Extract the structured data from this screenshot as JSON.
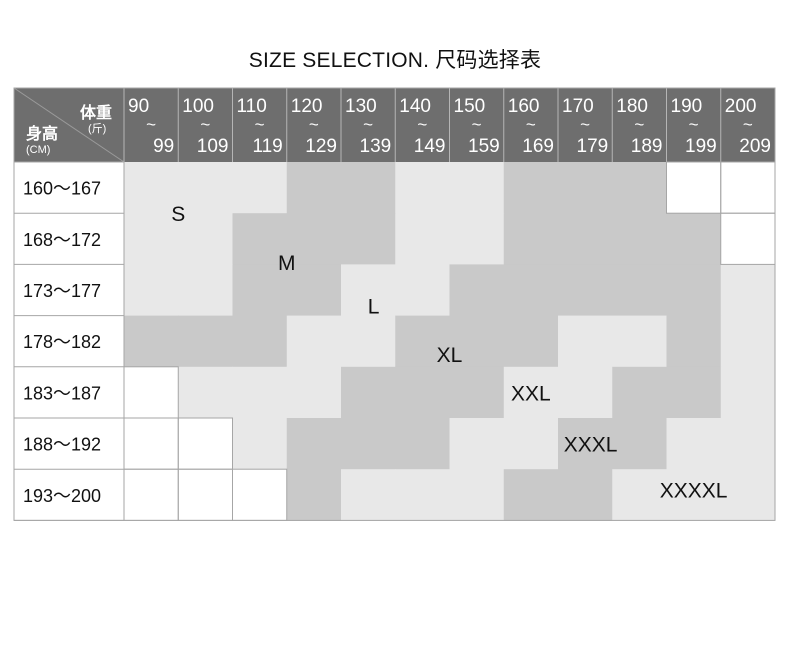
{
  "title": "SIZE SELECTION. 尺码选择表",
  "corner": {
    "weight_label": "体重",
    "weight_unit": "(斤)",
    "height_label": "身高",
    "height_unit": "(CM)"
  },
  "weight_columns": [
    {
      "from": "90",
      "sep": "~",
      "to": "99"
    },
    {
      "from": "100",
      "sep": "~",
      "to": "109"
    },
    {
      "from": "110",
      "sep": "~",
      "to": "119"
    },
    {
      "from": "120",
      "sep": "~",
      "to": "129"
    },
    {
      "from": "130",
      "sep": "~",
      "to": "139"
    },
    {
      "from": "140",
      "sep": "~",
      "to": "149"
    },
    {
      "from": "150",
      "sep": "~",
      "to": "159"
    },
    {
      "from": "160",
      "sep": "~",
      "to": "169"
    },
    {
      "from": "170",
      "sep": "~",
      "to": "179"
    },
    {
      "from": "180",
      "sep": "~",
      "to": "189"
    },
    {
      "from": "190",
      "sep": "~",
      "to": "199"
    },
    {
      "from": "200",
      "sep": "~",
      "to": "209"
    }
  ],
  "height_rows": [
    "160～167",
    "168～172",
    "173～177",
    "178～182",
    "183～187",
    "188～192",
    "193～200"
  ],
  "size_grid": [
    [
      "S",
      "S",
      "S",
      "M",
      "M",
      "L",
      "L",
      "XL",
      "XL",
      "XL",
      "none",
      "none"
    ],
    [
      "S",
      "S",
      "M",
      "M",
      "M",
      "L",
      "L",
      "XL",
      "XL",
      "XL",
      "XXXL",
      "none"
    ],
    [
      "S",
      "S",
      "M",
      "M",
      "L",
      "L",
      "XL",
      "XL",
      "XL",
      "XL",
      "XXXL",
      "XXXXL"
    ],
    [
      "M",
      "M",
      "M",
      "L",
      "L",
      "XL",
      "XL",
      "XL",
      "XXL",
      "XXL",
      "XXXL",
      "XXXXL"
    ],
    [
      "none",
      "L",
      "L",
      "L",
      "XL",
      "XL",
      "XL",
      "XXL",
      "XXL",
      "XXXL",
      "XXXL",
      "XXXXL"
    ],
    [
      "none",
      "none",
      "L",
      "XL",
      "XL",
      "XL",
      "XXL",
      "XXL",
      "XXXL",
      "XXXL",
      "XXXXL",
      "XXXXL"
    ],
    [
      "none",
      "none",
      "none",
      "XL",
      "XXL",
      "XXL",
      "XXL",
      "XXXL",
      "XXXL",
      "XXXXL",
      "XXXXL",
      "XXXXL"
    ]
  ],
  "size_labels": [
    {
      "size": "S",
      "row": 1,
      "col": 1
    },
    {
      "size": "M",
      "row": 1.95,
      "col": 3
    },
    {
      "size": "L",
      "row": 2.8,
      "col": 4.6
    },
    {
      "size": "XL",
      "row": 3.75,
      "col": 6
    },
    {
      "size": "XXL",
      "row": 4.5,
      "col": 7.5
    },
    {
      "size": "XXXL",
      "row": 5.5,
      "col": 8.6
    },
    {
      "size": "XXXXL",
      "row": 6.4,
      "col": 10.5
    }
  ],
  "colors": {
    "header_bg": "#6e6e6e",
    "header_text": "#ffffff",
    "grid_line": "#a6a6a6",
    "light": "#e8e8e8",
    "dark": "#c9c9c9",
    "white": "#ffffff"
  }
}
